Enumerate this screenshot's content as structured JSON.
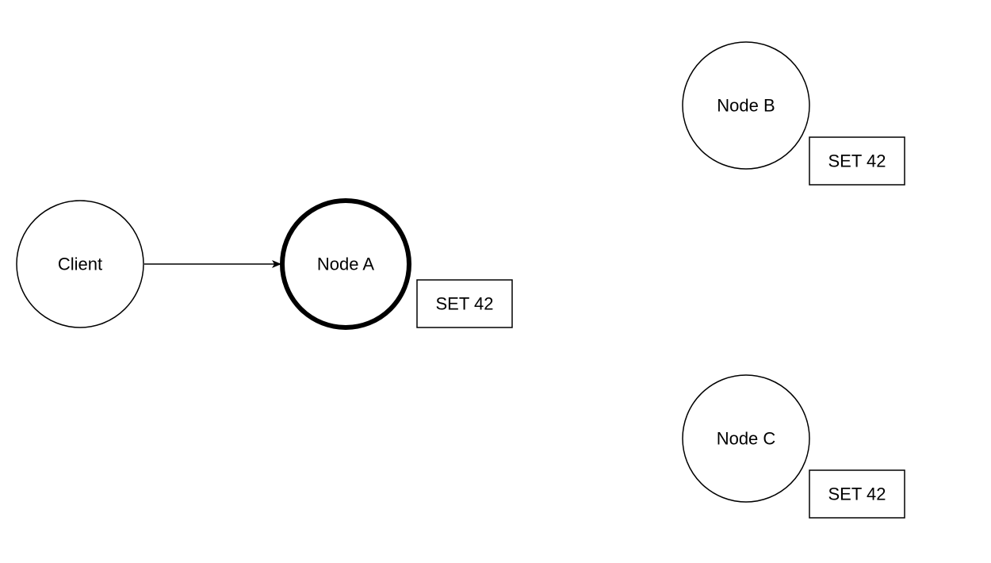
{
  "diagram": {
    "nodes": [
      {
        "id": "client",
        "label": "Client",
        "leader": false
      },
      {
        "id": "node-a",
        "label": "Node A",
        "leader": true
      },
      {
        "id": "node-b",
        "label": "Node B",
        "leader": false
      },
      {
        "id": "node-c",
        "label": "Node C",
        "leader": false
      }
    ],
    "logs": [
      {
        "node": "node-a",
        "label": "SET 42"
      },
      {
        "node": "node-b",
        "label": "SET 42"
      },
      {
        "node": "node-c",
        "label": "SET 42"
      }
    ],
    "edges": [
      {
        "from": "client",
        "to": "node-a"
      }
    ],
    "colors": {
      "stroke": "#000000",
      "fill": "#ffffff"
    }
  }
}
